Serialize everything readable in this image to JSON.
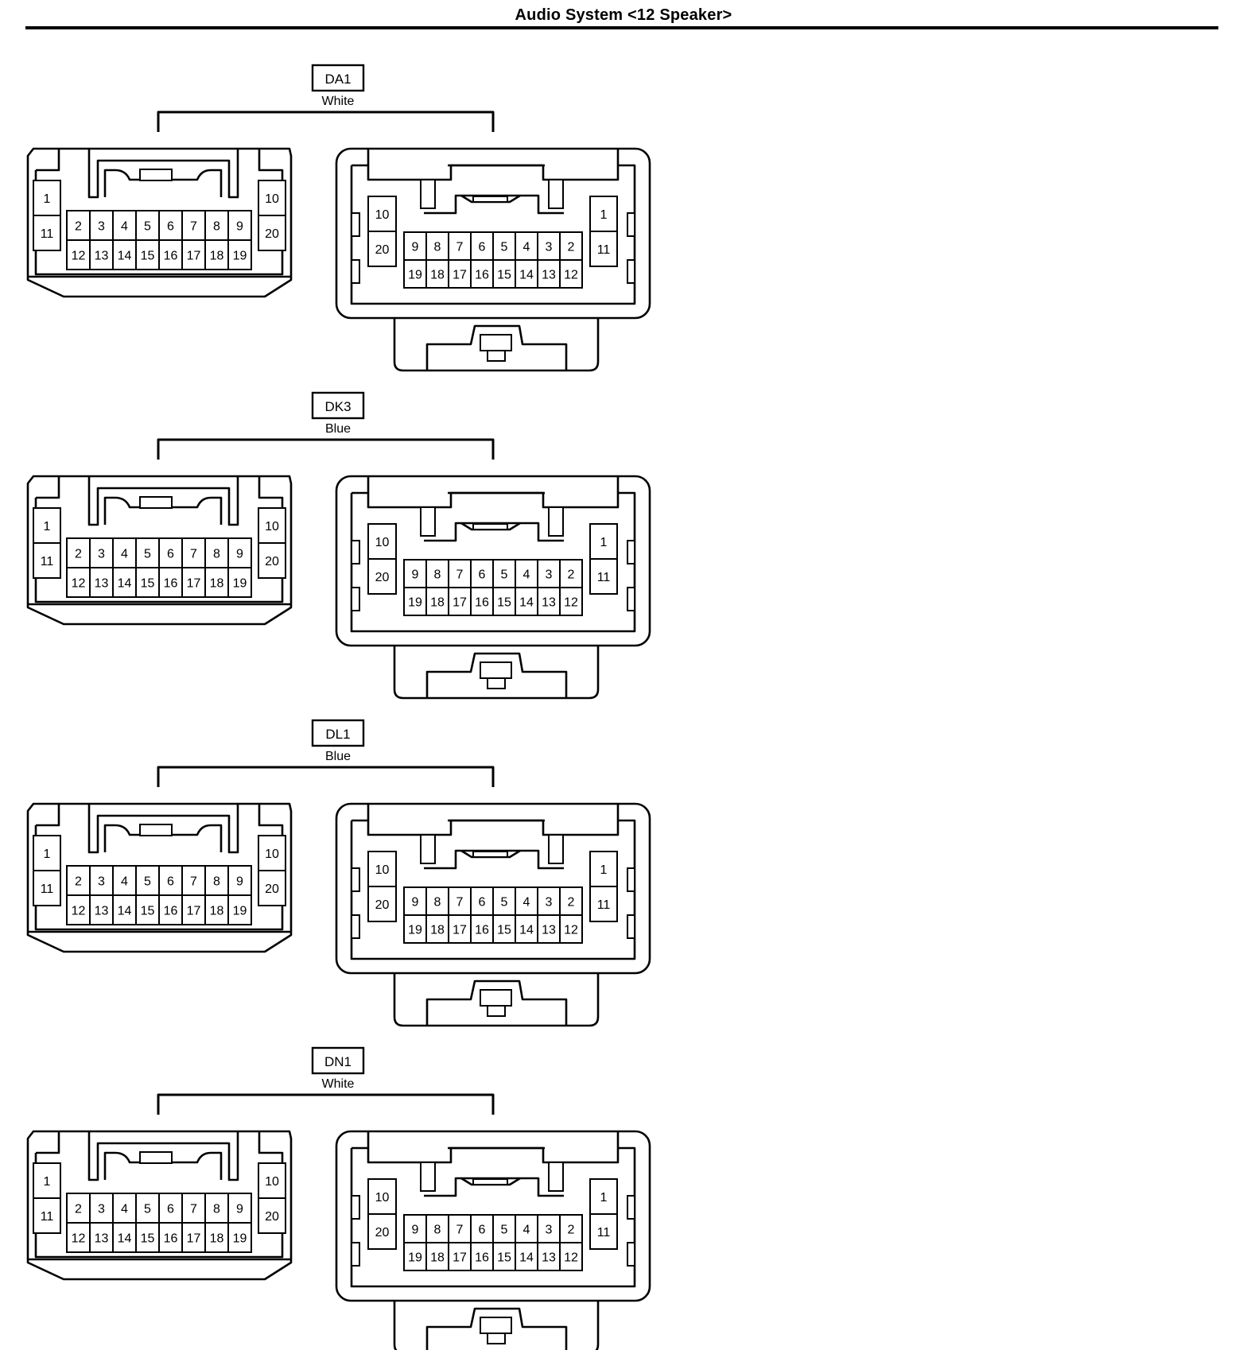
{
  "title": "Audio System <12 Speaker>",
  "connectors": [
    {
      "code": "DA1",
      "color": "White"
    },
    {
      "code": "DK3",
      "color": "Blue"
    },
    {
      "code": "DL1",
      "color": "Blue"
    },
    {
      "code": "DN1",
      "color": "White"
    }
  ],
  "female_pins": {
    "left_column": [
      "1",
      "11"
    ],
    "right_column": [
      "10",
      "20"
    ],
    "center_top": [
      "2",
      "3",
      "4",
      "5",
      "6",
      "7",
      "8",
      "9"
    ],
    "center_bottom": [
      "12",
      "13",
      "14",
      "15",
      "16",
      "17",
      "18",
      "19"
    ]
  },
  "male_pins": {
    "left_column": [
      "10",
      "20"
    ],
    "right_column": [
      "1",
      "11"
    ],
    "center_top": [
      "9",
      "8",
      "7",
      "6",
      "5",
      "4",
      "3",
      "2"
    ],
    "center_bottom": [
      "19",
      "18",
      "17",
      "16",
      "15",
      "14",
      "13",
      "12"
    ]
  }
}
